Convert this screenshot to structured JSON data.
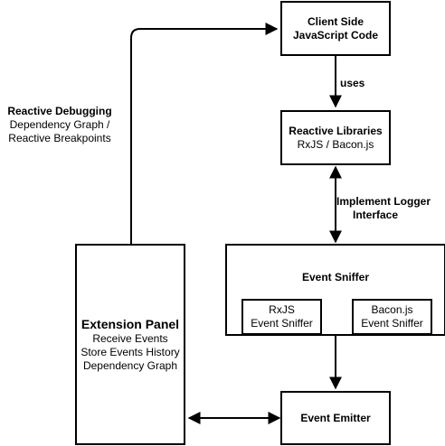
{
  "nodes": {
    "client_code": {
      "line1": "Client Side",
      "line2": "JavaScript Code"
    },
    "reactive_libraries": {
      "title": "Reactive Libraries",
      "subtitle": "RxJS / Bacon.js"
    },
    "event_sniffer": {
      "title": "Event Sniffer",
      "rxjs": {
        "line1": "RxJS",
        "line2": "Event Sniffer"
      },
      "bacon": {
        "line1": "Bacon.js",
        "line2": "Event Sniffer"
      }
    },
    "event_emitter": {
      "title": "Event Emitter"
    },
    "extension_panel": {
      "title": "Extension Panel",
      "lines": [
        "Receive Events",
        "Store Events History",
        "Dependency Graph"
      ]
    }
  },
  "edges": {
    "uses": "uses",
    "logger": {
      "line1": "Implement Logger",
      "line2": "Interface"
    },
    "debugging": {
      "title": "Reactive Debugging",
      "line1": "Dependency Graph /",
      "line2": "Reactive Breakpoints"
    }
  },
  "colors": {
    "stroke": "#000000",
    "fill": "#ffffff"
  }
}
